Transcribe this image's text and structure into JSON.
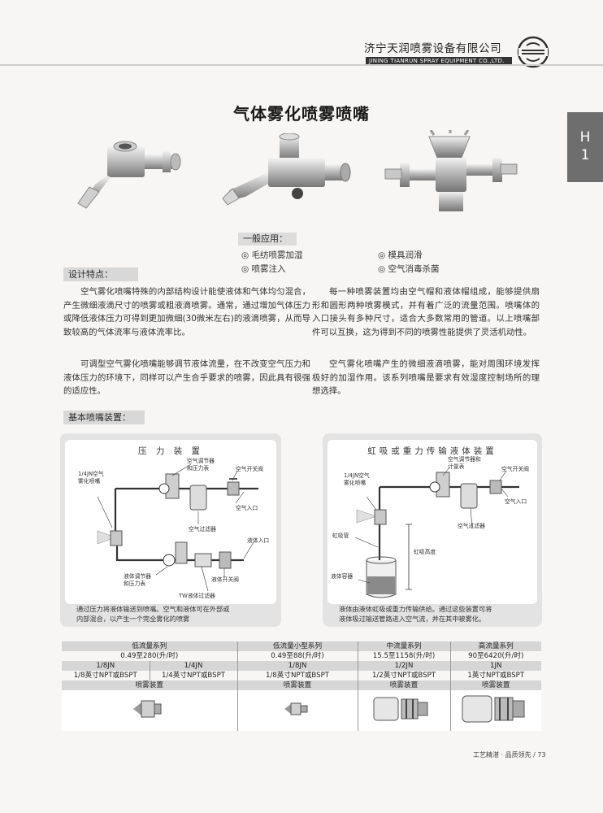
{
  "header": {
    "company_cn": "济宁天润喷雾设备有限公司",
    "company_en": "JINING TIANRUN SPRAY EQUIPMENT CO.,LTD."
  },
  "side_tab": {
    "line1": "H",
    "line2": "1"
  },
  "title": "气体雾化喷雾喷嘴",
  "applications": {
    "heading": "一般应用：",
    "items": [
      "◎ 毛纺喷雾加湿",
      "◎ 模具润滑",
      "◎ 喷雾注入",
      "◎ 空气消毒杀菌"
    ]
  },
  "features": {
    "heading": "设计特点：",
    "p1": "空气雾化喷嘴特殊的内部结构设计能使液体和气体均匀混合，产生微细液滴尺寸的喷雾或粗液滴喷雾。通常，通过增加气体压力或降低液体压力可得到更加微细(30微米左右)的液滴喷雾，从而导致较高的气体流率与液体流率比。",
    "p2": "可调型空气雾化喷嘴能够调节液体流量，在不改变空气压力和液体压力的环境下，同样可以产生合乎要求的喷雾，因此具有很强的适应性。",
    "p3": "每一种喷雾装置均由空气帽和液体帽组成，能够提供扇形和圆形两种喷雾模式，并有着广泛的流量范围。喷嘴体的入口接头有多种尺寸，适合大多数常用的管道。以上喷嘴部件可以互换，这为得到不同的喷雾性能提供了灵活机动性。",
    "p4": "空气雾化喷嘴产生的微细液滴喷雾，能对周围环境发挥极好的加湿作用。该系列喷嘴是要求有效湿度控制场所的理想选择。"
  },
  "basic": {
    "heading": "基本喷嘴装置："
  },
  "diagram_left": {
    "title": "压 力 装 置",
    "labels": {
      "nozzle": "1/4JN空气\n雾化喷嘴",
      "air_reg": "空气调节器\n和压力表",
      "air_valve": "空气开关阀",
      "air_in": "空气入口",
      "air_filter": "空气过滤器",
      "liquid_in": "液体入口",
      "liq_reg": "液体调节器\n和压力表",
      "liq_valve": "液体开关阀",
      "tw_filter": "TW液体过滤器"
    },
    "caption": "通过压力将液体输送到喷嘴。空气和液体可在外部或\n内部混合，以产生一个完全雾化的喷雾"
  },
  "diagram_right": {
    "title": "虹吸或重力传输液体装置",
    "labels": {
      "nozzle": "1/4JN空气\n雾化喷嘴",
      "air_reg": "空气调节器和\n计量表",
      "air_valve": "空气开关阀",
      "air_in": "空气入口",
      "air_filter": "空气过滤器",
      "siphon": "虹吸管",
      "height": "虹吸高度",
      "container": "液体容器"
    },
    "caption": "液体由液体虹吸或重力传输供给。通过这些装置可将\n液体吸过输送管路进入空气流，并在其中被雾化。"
  },
  "table": {
    "series": [
      "低流量系列",
      "低流量小型系列",
      "中流量系列",
      "高流量系列"
    ],
    "flows": [
      "0.49至280(升/时)",
      "0.49至88(升/时)",
      "15.5至1158(升/时)",
      "90至6420(升/时)"
    ],
    "models": [
      "1/8JN",
      "1/4JN",
      "1/8JN",
      "1/2JN",
      "1JN"
    ],
    "threads": [
      "1/8英寸NPT或BSPT",
      "1/4英寸NPT或BSPT",
      "1/8英寸NPT或BSPT",
      "1/2英寸NPT或BSPT",
      "1英寸NPT或BSPT"
    ],
    "device_label": "喷雾装置"
  },
  "footer": {
    "text": "工艺精湛 · 品质领先 / 73"
  }
}
